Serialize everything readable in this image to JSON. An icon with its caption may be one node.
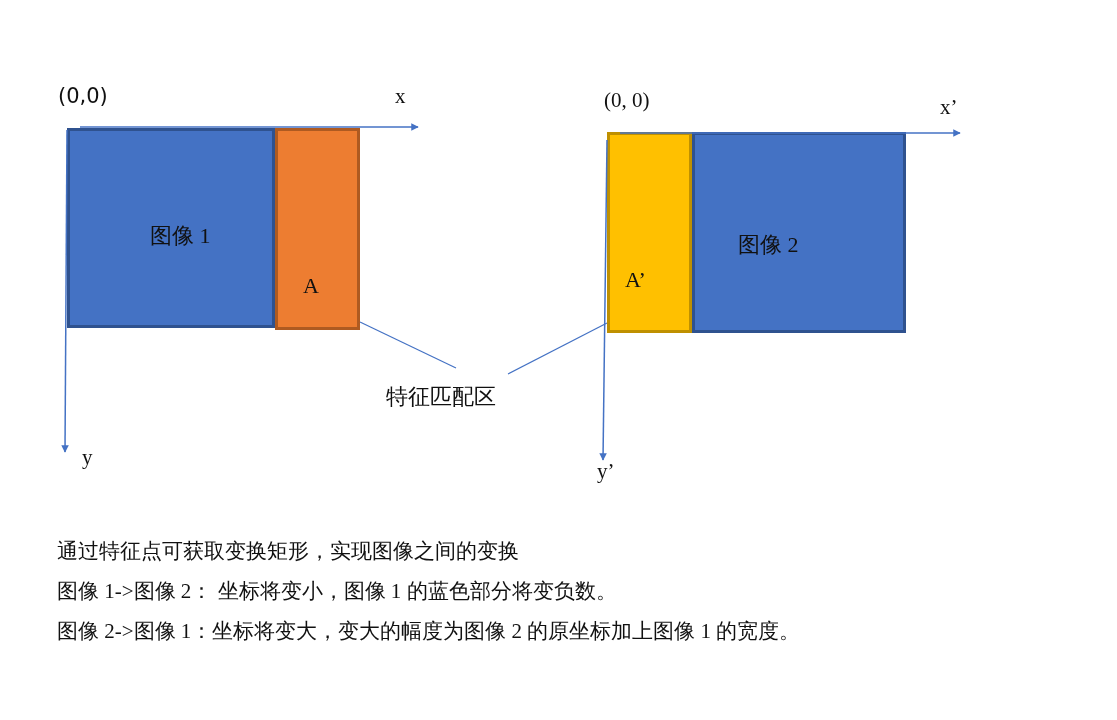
{
  "diagram": {
    "nodes": [
      {
        "text": [
          "图像 1"
        ]
      },
      {
        "text": [
          "A"
        ]
      },
      {
        "text": [
          "A’"
        ]
      },
      {
        "text": [
          "图像 2"
        ]
      },
      {
        "text": [
          "特征匹配区"
        ]
      }
    ],
    "edges": [
      {
        "from": 4,
        "to": 1,
        "arrow": "none"
      },
      {
        "from": 4,
        "to": 2,
        "arrow": "none"
      }
    ],
    "labels": [
      "(0,0)",
      "x",
      "y",
      "(0, 0)",
      "x’",
      "y’",
      "通过特征点可获取变换矩形，实现图像之间的变换",
      "图像 1->图像 2： 坐标将变小，图像 1 的蓝色部分将变负数。",
      "图像 2->图像 1：坐标将变大，变大的幅度为图像 2 的原坐标加上图像 1 的宽度。"
    ]
  }
}
